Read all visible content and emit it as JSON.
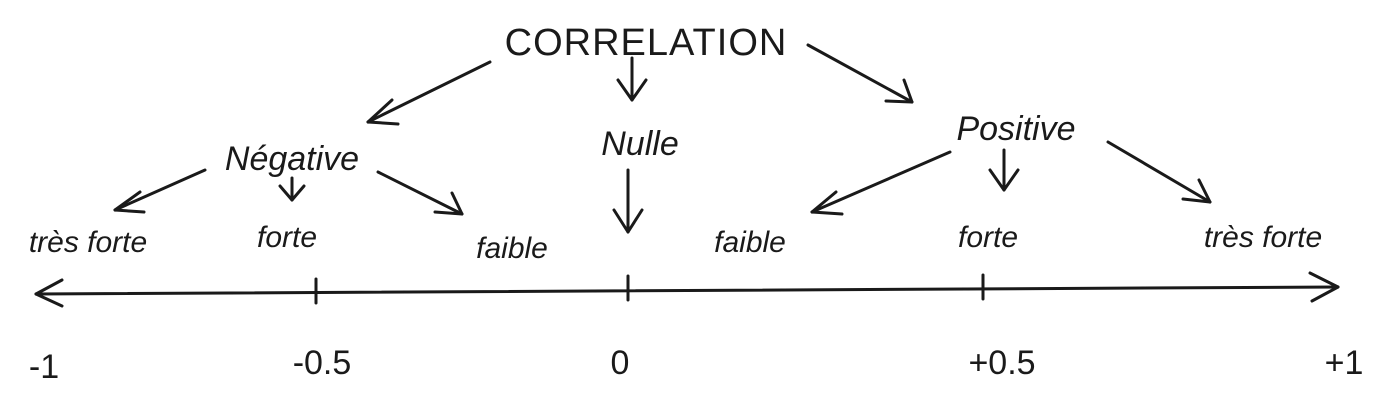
{
  "title": "CORRELATION",
  "branches": {
    "negative": "Négative",
    "null": "Nulle",
    "positive": "Positive"
  },
  "leaves": {
    "neg_very_strong": "très forte",
    "neg_strong": "forte",
    "neg_weak": "faible",
    "pos_weak": "faible",
    "pos_strong": "forte",
    "pos_very_strong": "très forte"
  },
  "axis": {
    "tick_labels": {
      "minus_one": "-1",
      "minus_half": "-0.5",
      "zero": "0",
      "plus_half": "+0.5",
      "plus_one": "+1"
    }
  }
}
